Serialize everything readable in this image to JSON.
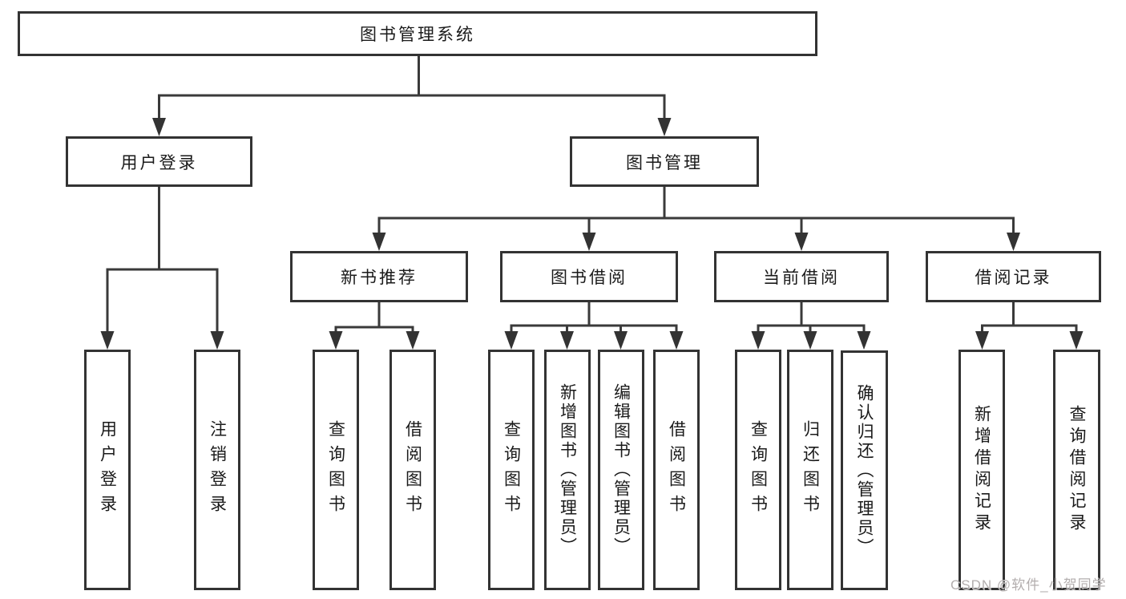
{
  "diagram": {
    "root": {
      "label": "图书管理系统"
    },
    "level2": [
      {
        "label": "用户登录"
      },
      {
        "label": "图书管理"
      }
    ],
    "level3": [
      {
        "label": "新书推荐"
      },
      {
        "label": "图书借阅"
      },
      {
        "label": "当前借阅"
      },
      {
        "label": "借阅记录"
      }
    ],
    "leaves": {
      "user_login": [
        {
          "label": "用户登录"
        },
        {
          "label": "注销登录"
        }
      ],
      "new_book_recommend": [
        {
          "label": "查询图书"
        },
        {
          "label": "借阅图书"
        }
      ],
      "book_borrow": [
        {
          "label": "查询图书"
        },
        {
          "label": "新增图书（管理员）"
        },
        {
          "label": "编辑图书（管理员）"
        },
        {
          "label": "借阅图书"
        }
      ],
      "current_borrow": [
        {
          "label": "查询图书"
        },
        {
          "label": "归还图书"
        },
        {
          "label": "确认归还（管理员）"
        }
      ],
      "borrow_record": [
        {
          "label": "新增借阅记录"
        },
        {
          "label": "查询借阅记录"
        }
      ]
    },
    "watermark": "CSDN @软件_小贺同学",
    "colors": {
      "line": "#3a3a3a",
      "arrow": "#333333",
      "box_border": "#333333",
      "box_fill": "#ffffff",
      "text": "#1a1a1a",
      "watermark_text": "#b3aeae",
      "background": "#ffffff"
    }
  }
}
